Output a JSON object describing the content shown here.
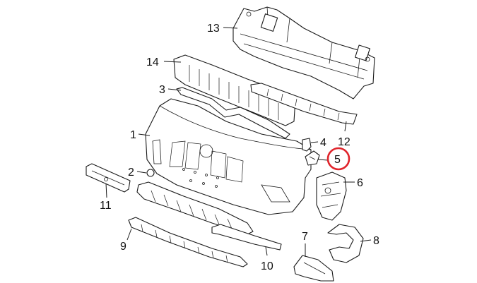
{
  "callouts": [
    {
      "id": "1",
      "label": "1"
    },
    {
      "id": "2",
      "label": "2"
    },
    {
      "id": "3",
      "label": "3"
    },
    {
      "id": "4",
      "label": "4"
    },
    {
      "id": "5",
      "label": "5",
      "highlighted": true
    },
    {
      "id": "6",
      "label": "6"
    },
    {
      "id": "7",
      "label": "7"
    },
    {
      "id": "8",
      "label": "8"
    },
    {
      "id": "9",
      "label": "9"
    },
    {
      "id": "10",
      "label": "10"
    },
    {
      "id": "11",
      "label": "11"
    },
    {
      "id": "12",
      "label": "12"
    },
    {
      "id": "13",
      "label": "13"
    },
    {
      "id": "14",
      "label": "14"
    }
  ],
  "colors": {
    "line": "#1a1a1a",
    "highlight": "#e0242b",
    "background": "#ffffff"
  }
}
